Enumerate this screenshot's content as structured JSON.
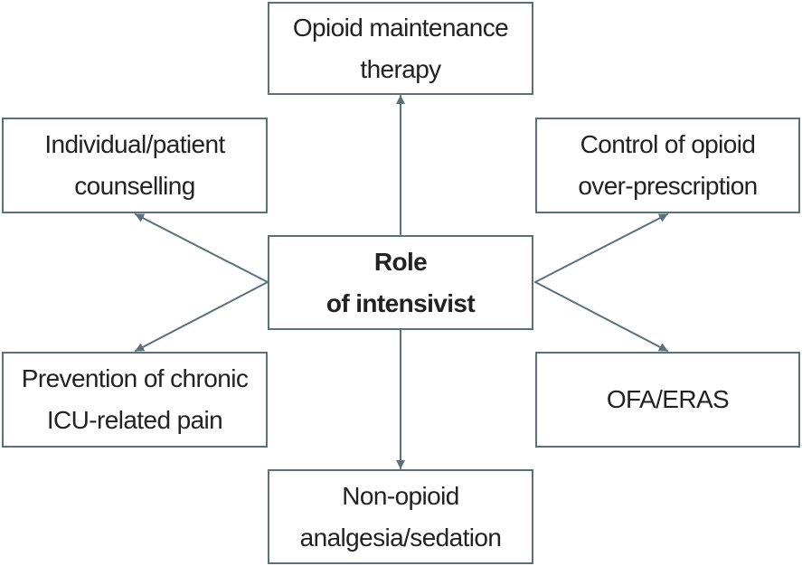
{
  "diagram": {
    "center": {
      "lines": [
        "Role",
        "of intensivist"
      ]
    },
    "top": {
      "lines": [
        "Opioid maintenance",
        "therapy"
      ]
    },
    "upper_left": {
      "lines": [
        "Individual/patient",
        "counselling"
      ]
    },
    "upper_right": {
      "lines": [
        "Control of opioid",
        "over-prescription"
      ]
    },
    "lower_left": {
      "lines": [
        "Prevention of chronic",
        "ICU-related pain"
      ]
    },
    "lower_right": {
      "lines": [
        "OFA/ERAS"
      ]
    },
    "bottom": {
      "lines": [
        "Non-opioid",
        "analgesia/sedation"
      ]
    }
  },
  "colors": {
    "line": "#5a707b",
    "text": "#222222"
  }
}
